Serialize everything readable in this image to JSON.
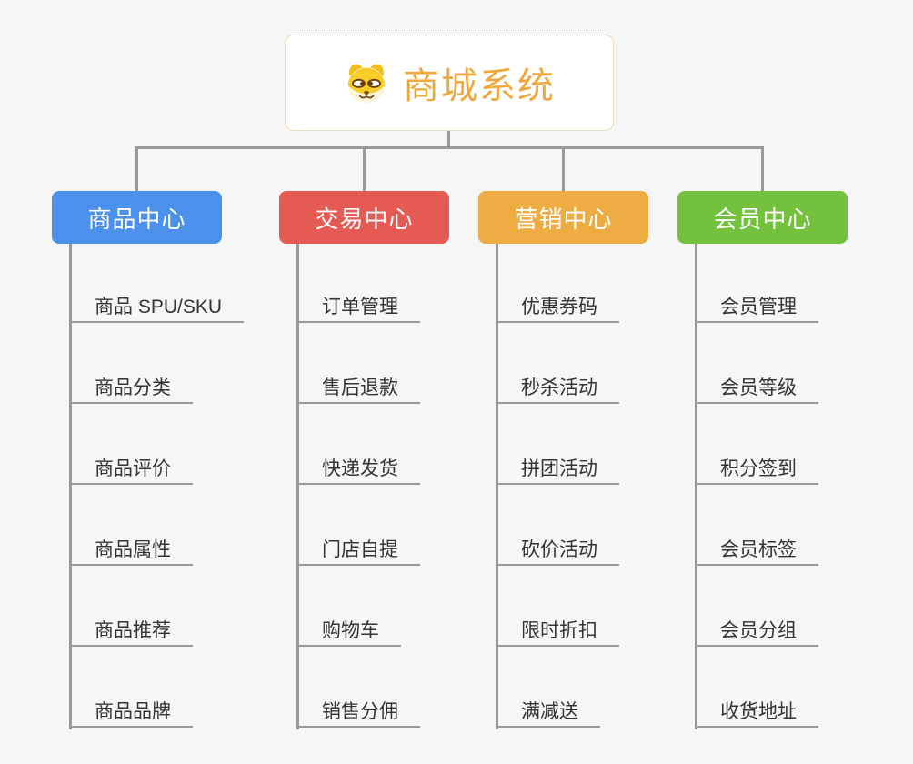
{
  "root": {
    "title": "商城系统",
    "icon": "dog-face-icon",
    "title_color": "#F0A73C",
    "border_color": "#E8B360"
  },
  "connector_color": "#999999",
  "background_color": "#F6F6F6",
  "leaf_text_color": "#333333",
  "branches": [
    {
      "label": "商品中心",
      "color": "#4B90EA",
      "items": [
        "商品 SPU/SKU",
        "商品分类",
        "商品评价",
        "商品属性",
        "商品推荐",
        "商品品牌"
      ]
    },
    {
      "label": "交易中心",
      "color": "#E65A54",
      "items": [
        "订单管理",
        "售后退款",
        "快递发货",
        "门店自提",
        "购物车",
        "销售分佣"
      ]
    },
    {
      "label": "营销中心",
      "color": "#EDAC41",
      "items": [
        "优惠券码",
        "秒杀活动",
        "拼团活动",
        "砍价活动",
        "限时折扣",
        "满减送"
      ]
    },
    {
      "label": "会员中心",
      "color": "#74C13D",
      "items": [
        "会员管理",
        "会员等级",
        "积分签到",
        "会员标签",
        "会员分组",
        "收货地址"
      ]
    }
  ]
}
